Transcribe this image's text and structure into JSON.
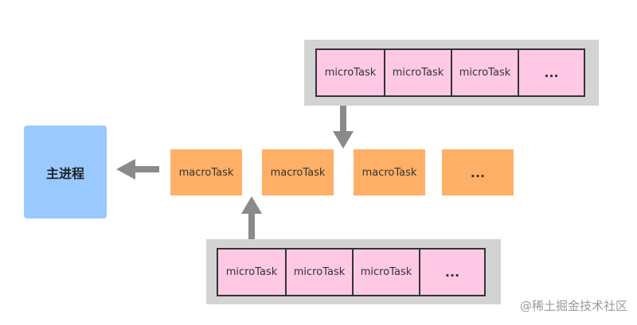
{
  "main_thread": {
    "label": "主进程"
  },
  "macro_tasks": [
    "macroTask",
    "macroTask",
    "macroTask",
    "..."
  ],
  "top_micro_queue": [
    "microTask",
    "microTask",
    "microTask",
    "..."
  ],
  "bottom_micro_queue": [
    "microTask",
    "microTask",
    "microTask",
    "..."
  ],
  "watermark": "@稀土掘金技术社区",
  "colors": {
    "main_thread": "#99c9ff",
    "macro_task": "#ffb066",
    "micro_task": "#ffc9e6",
    "queue_frame": "#d3d3d3",
    "arrow": "#8a8a8a"
  }
}
